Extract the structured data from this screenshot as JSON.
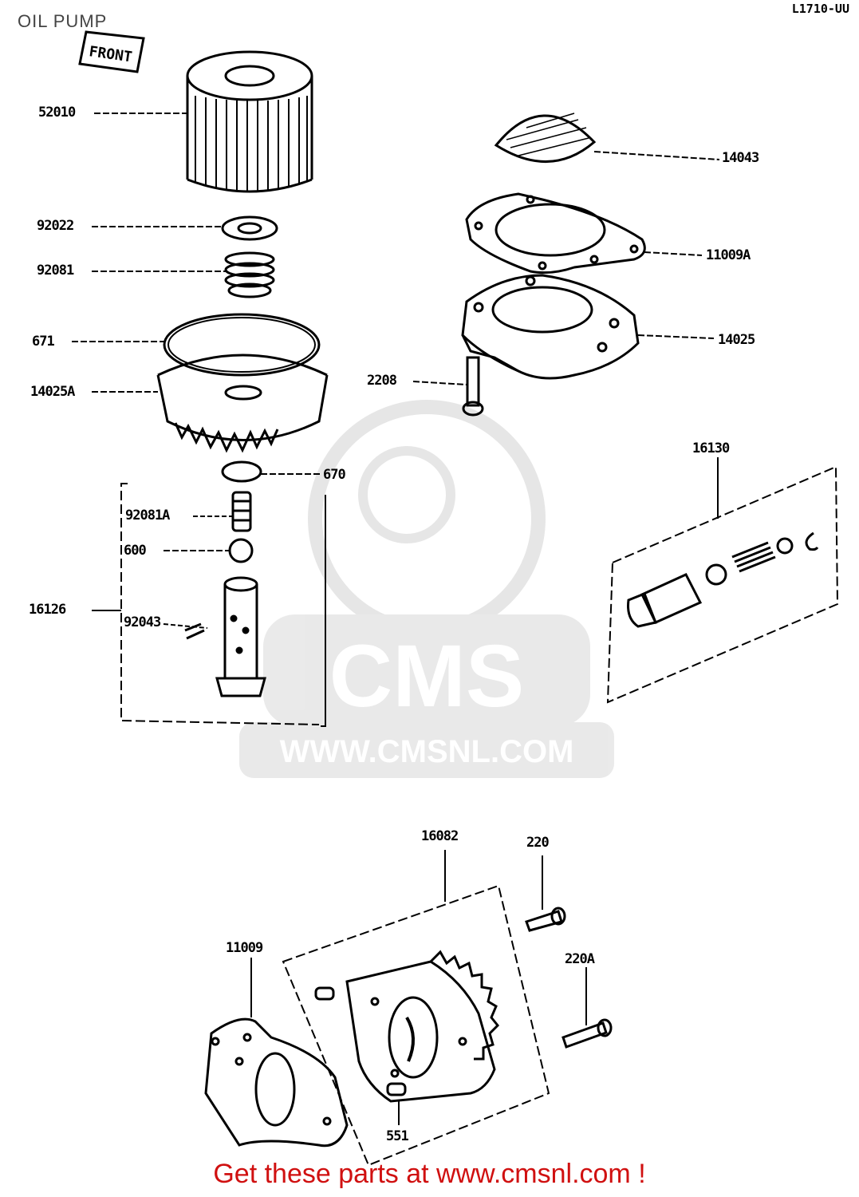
{
  "header": {
    "title": "OIL PUMP",
    "code": "L1710-UU"
  },
  "front_tag": "FRONT",
  "watermark": {
    "brand": "CMS",
    "url": "WWW.CMSNL.COM"
  },
  "labels": {
    "p52010": "52010",
    "p92022": "92022",
    "p92081": "92081",
    "p671": "671",
    "p14025A": "14025A",
    "p670": "670",
    "p92081A": "92081A",
    "p600": "600",
    "p16126": "16126",
    "p92043": "92043",
    "p14043": "14043",
    "p11009A": "11009A",
    "p14025": "14025",
    "p2208": "2208",
    "p16130": "16130",
    "p16082": "16082",
    "p220": "220",
    "p220A": "220A",
    "p11009": "11009",
    "p551": "551"
  },
  "footer": {
    "text": "Get these parts at www.cmsnl.com !"
  }
}
